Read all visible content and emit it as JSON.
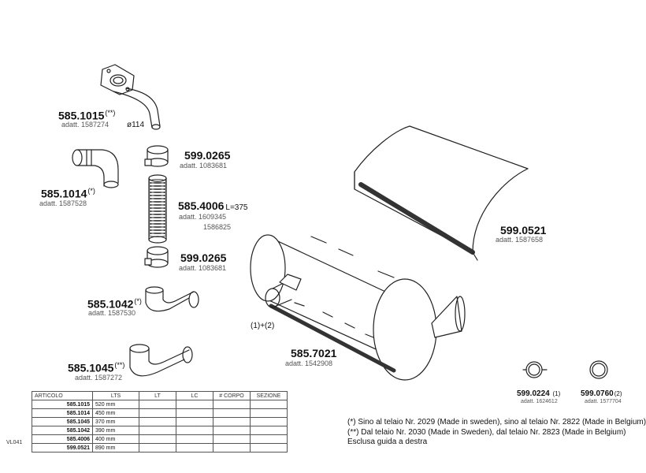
{
  "parts": [
    {
      "id": "p1015",
      "number": "585.1015",
      "mark": "(**)",
      "adatt": "adatt. 1587274"
    },
    {
      "id": "p1014",
      "number": "585.1014",
      "mark": "(*)",
      "adatt": "adatt. 1587528"
    },
    {
      "id": "p0265a",
      "number": "599.0265",
      "mark": "",
      "adatt": "adatt. 1083681"
    },
    {
      "id": "p4006",
      "number": "585.4006",
      "mark": "",
      "extra": "L=375",
      "adatt": "adatt. 1609345",
      "adatt2": "1586825"
    },
    {
      "id": "p0265b",
      "number": "599.0265",
      "mark": "",
      "adatt": "adatt. 1083681"
    },
    {
      "id": "p1042",
      "number": "585.1042",
      "mark": "(*)",
      "adatt": "adatt. 1587530"
    },
    {
      "id": "p1045",
      "number": "585.1045",
      "mark": "(**)",
      "adatt": "adatt. 1587272"
    },
    {
      "id": "p0521",
      "number": "599.0521",
      "mark": "",
      "adatt": "adatt. 1587658"
    },
    {
      "id": "p7021",
      "number": "585.7021",
      "mark": "",
      "adatt": "adatt. 1542908"
    },
    {
      "id": "p0224",
      "number": "599.0224",
      "mark": "(1)",
      "adatt": "adatt. 1624612"
    },
    {
      "id": "p0760",
      "number": "599.0760",
      "mark": "(2)",
      "adatt": "adatt. 1577704"
    }
  ],
  "labels": {
    "diameter": "ø114",
    "combo": "(1)+(2)"
  },
  "table": {
    "headers": [
      "ARTICOLO",
      "LTS",
      "LT",
      "LC",
      "# CORPO",
      "SEZIONE"
    ],
    "rows": [
      [
        "585.1015",
        "520 mm",
        "",
        "",
        "",
        ""
      ],
      [
        "585.1014",
        "450 mm",
        "",
        "",
        "",
        ""
      ],
      [
        "585.1045",
        "370 mm",
        "",
        "",
        "",
        ""
      ],
      [
        "585.1042",
        "390 mm",
        "",
        "",
        "",
        ""
      ],
      [
        "585.4006",
        "400 mm",
        "",
        "",
        "",
        ""
      ],
      [
        "599.0521",
        "890 mm",
        "",
        "",
        "",
        ""
      ]
    ],
    "code": "VL041"
  },
  "notes": [
    "(*) Sino al telaio Nr. 2029 (Made in sweden), sino al telaio Nr. 2822 (Made in Belgium)",
    "(**) Dal telaio Nr. 2030 (Made in Sweden), dal telaio Nr. 2823 (Made in Belgium)",
    "Esclusa guida a destra"
  ]
}
